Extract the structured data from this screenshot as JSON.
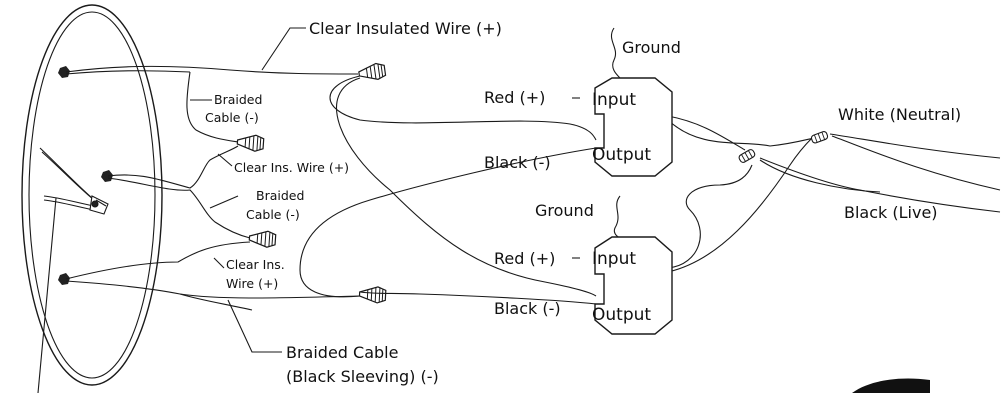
{
  "labels": {
    "clear_insulated_wire": "Clear Insulated Wire (+)",
    "braided_cable_1": [
      "Braided",
      "Cable (-)"
    ],
    "clear_ins_wire_1": "Clear Ins. Wire (+)",
    "braided_cable_2": [
      "Braided",
      "Cable (-)"
    ],
    "clear_ins_wire_2": [
      "Clear Ins.",
      "Wire (+)"
    ],
    "braided_cable_black": [
      "Braided Cable",
      "(Black Sleeving) (-)"
    ],
    "ground_top": "Ground",
    "ground_bottom": "Ground",
    "red_top": "Red (+)",
    "black_top": "Black (-)",
    "red_bottom": "Red (+)",
    "black_bottom": "Black (-)",
    "white_neutral": "White (Neutral)",
    "black_live": "Black (Live)"
  },
  "boxes": {
    "top": {
      "input": "Input",
      "output": "Output"
    },
    "bottom": {
      "input": "Input",
      "output": "Output"
    }
  },
  "colors": {
    "line": "#1a1a1a",
    "background": "#ffffff",
    "connector_fill": "#ffffff",
    "terminal_fill": "#222222"
  },
  "icons": [
    "wire-nut-icon",
    "wire-cutter-icon",
    "terminal-icon"
  ]
}
